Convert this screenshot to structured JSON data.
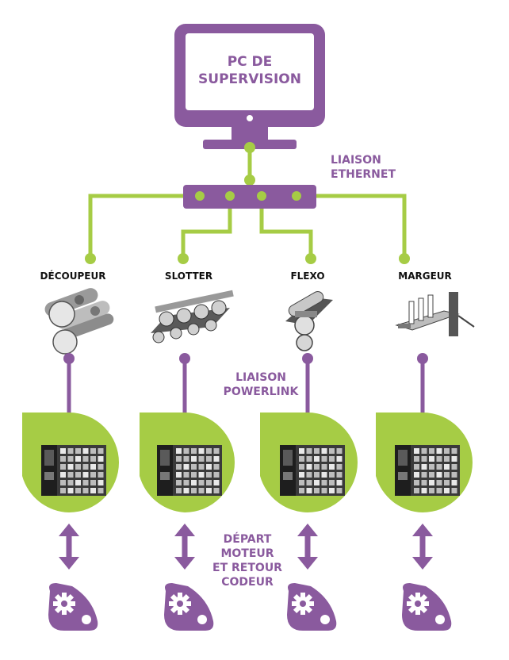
{
  "colors": {
    "purple": "#8a5a9e",
    "green": "#a6cc45",
    "white": "#ffffff",
    "black": "#111111"
  },
  "pc": {
    "line1": "PC DE",
    "line2": "SUPERVISION"
  },
  "ethernet": {
    "line1": "LIAISON",
    "line2": "ETHERNET"
  },
  "powerlink": {
    "line1": "LIAISON",
    "line2": "POWERLINK"
  },
  "motor": {
    "line1": "DÉPART",
    "line2": "MOTEUR",
    "line3": "ET RETOUR",
    "line4": "CODEUR"
  },
  "stations": [
    {
      "label": "DÉCOUPEUR",
      "machine_icon": "rollers-machine-icon"
    },
    {
      "label": "SLOTTER",
      "machine_icon": "slotter-machine-icon"
    },
    {
      "label": "FLEXO",
      "machine_icon": "flexo-machine-icon"
    },
    {
      "label": "MARGEUR",
      "machine_icon": "feeder-machine-icon"
    }
  ],
  "icons": {
    "monitor": "monitor-icon",
    "switch": "network-switch-icon",
    "controller": "plc-controller-icon",
    "drive": "gear-drive-icon",
    "arrow": "double-arrow-icon"
  }
}
